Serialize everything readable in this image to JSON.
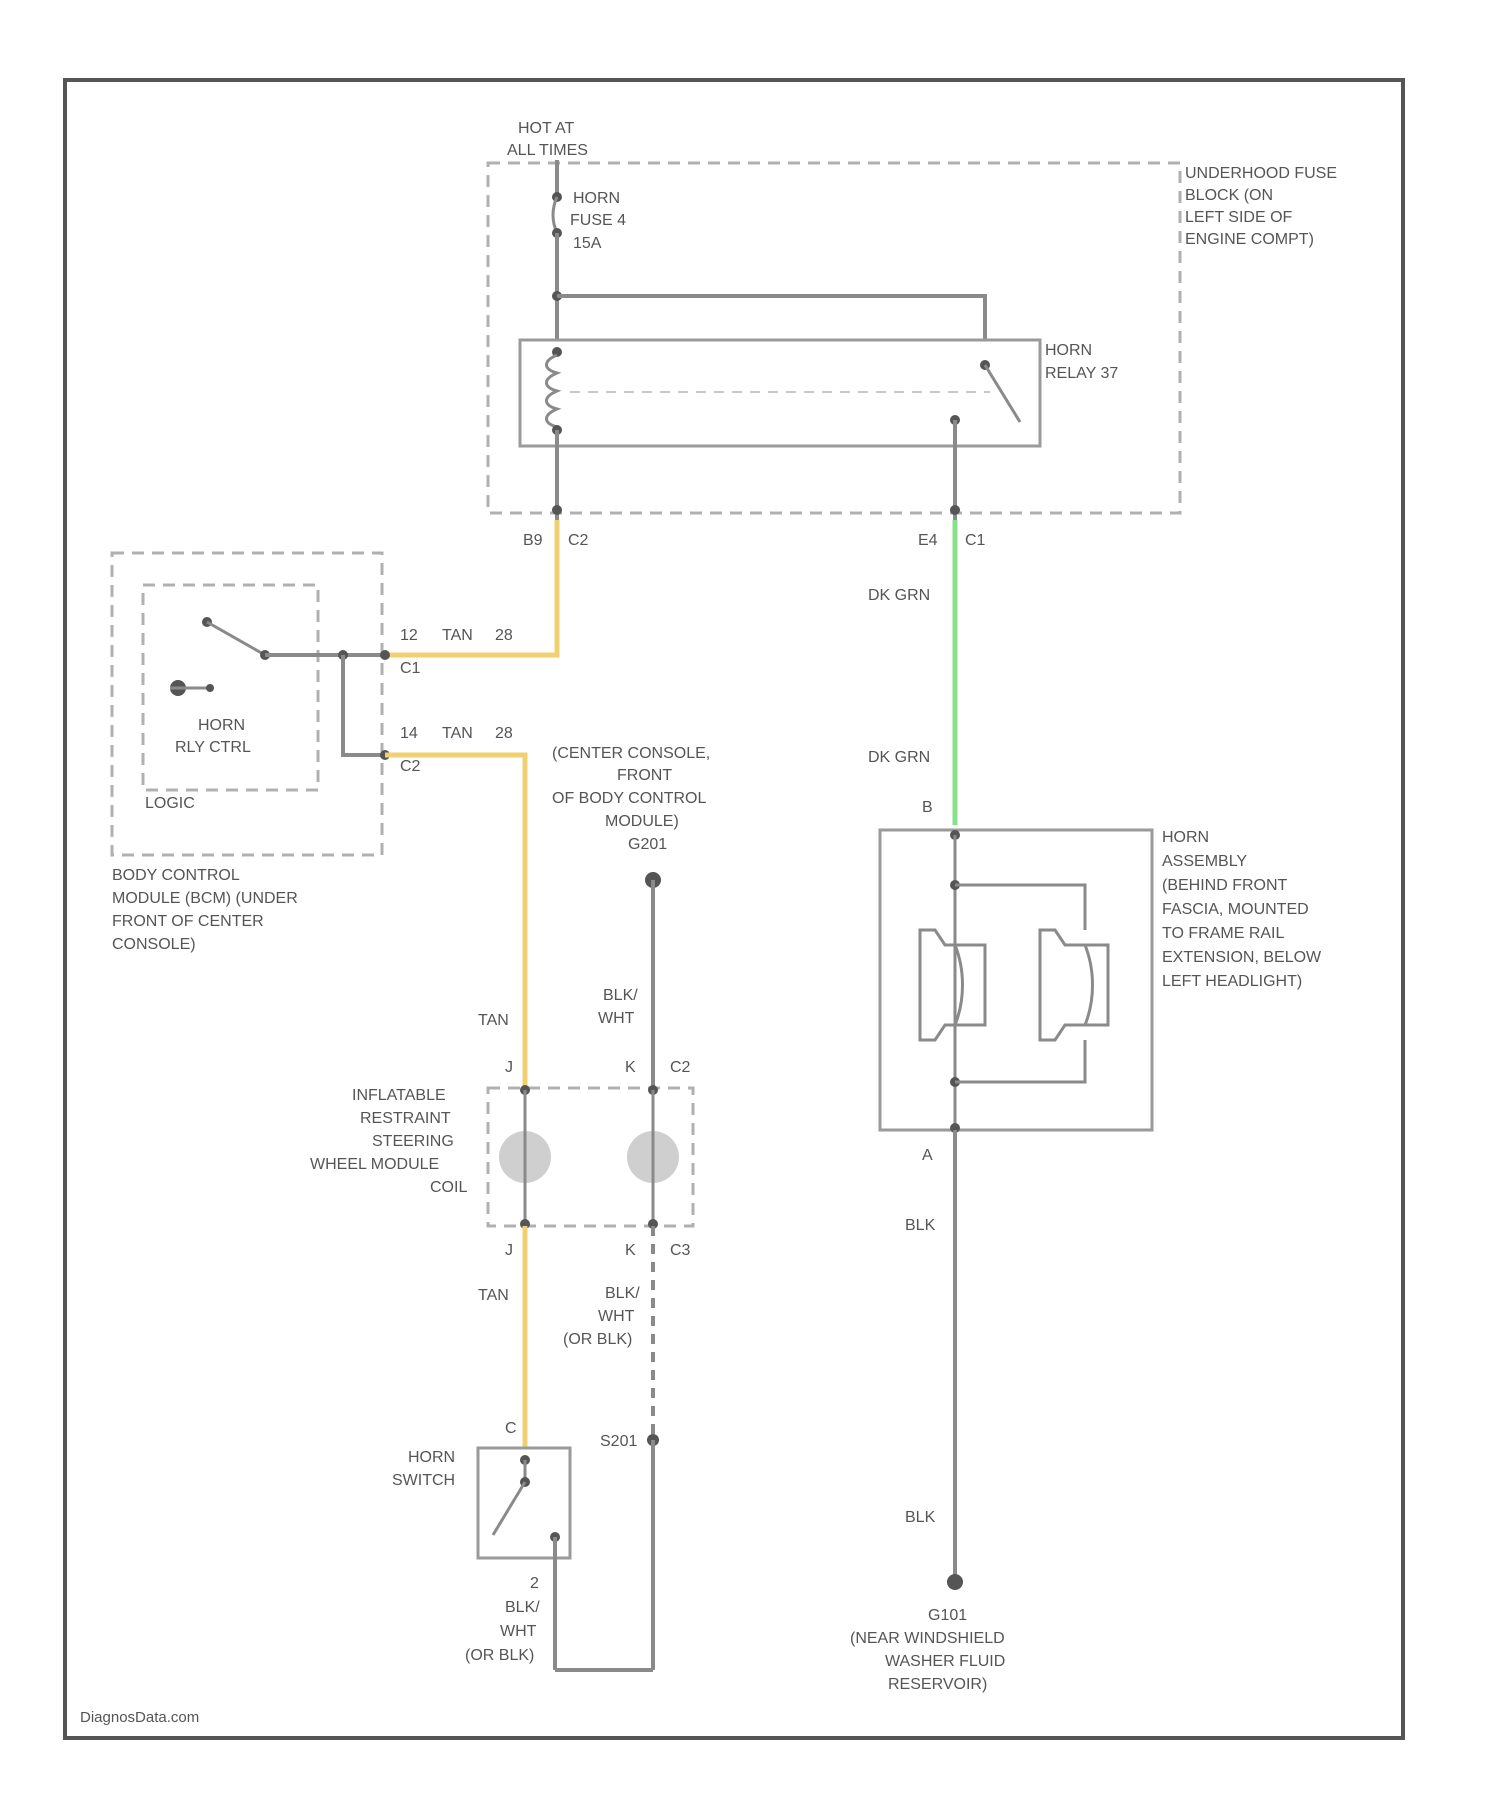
{
  "source": {
    "line1": "HOT AT",
    "line2": "ALL TIMES"
  },
  "fuse": {
    "line1": "HORN",
    "line2": "FUSE 4",
    "line3": "15A"
  },
  "fuse_block": {
    "line1": "UNDERHOOD FUSE",
    "line2": "BLOCK (ON",
    "line3": "LEFT SIDE OF",
    "line4": "ENGINE COMPT)"
  },
  "relay": {
    "line1": "HORN",
    "line2": "RELAY 37"
  },
  "conn_left": {
    "pin": "B9",
    "conn": "C2"
  },
  "conn_right": {
    "pin": "E4",
    "conn": "C1"
  },
  "bcm_inner": {
    "line1": "HORN",
    "line2": "RLY CTRL"
  },
  "bcm_logic": "LOGIC",
  "bcm": {
    "line1": "BODY CONTROL",
    "line2": "MODULE (BCM) (UNDER",
    "line3": "FRONT OF CENTER",
    "line4": "CONSOLE)"
  },
  "wire_c1": {
    "pin": "12",
    "color": "TAN",
    "gauge": "28",
    "conn": "C1"
  },
  "wire_c2": {
    "pin": "14",
    "color": "TAN",
    "gauge": "28",
    "conn": "C2"
  },
  "ground_g201": {
    "line1": "(CENTER CONSOLE,",
    "line2": "FRONT",
    "line3": "OF BODY CONTROL",
    "line4": "MODULE)",
    "line5": "G201"
  },
  "wire_dkgrn_1": "DK GRN",
  "wire_dkgrn_2": "DK GRN",
  "horn_pin_b": "B",
  "horn_pin_a": "A",
  "horn_assembly": {
    "line1": "HORN",
    "line2": "ASSEMBLY",
    "line3": "(BEHIND FRONT",
    "line4": "FASCIA, MOUNTED",
    "line5": "TO FRAME RAIL",
    "line6": "EXTENSION, BELOW",
    "line7": "LEFT HEADLIGHT)"
  },
  "wire_tan_1": "TAN",
  "wire_tan_2": "TAN",
  "wire_blk_wht_1": {
    "line1": "BLK/",
    "line2": "WHT"
  },
  "coil_top": {
    "pin_j": "J",
    "pin_k": "K",
    "conn": "C2"
  },
  "coil_bottom": {
    "pin_j": "J",
    "pin_k": "K",
    "conn": "C3"
  },
  "coil": {
    "line1": "INFLATABLE",
    "line2": "RESTRAINT",
    "line3": "STEERING",
    "line4": "WHEEL MODULE",
    "line5": "COIL"
  },
  "wire_blk_wht_2": {
    "line1": "BLK/",
    "line2": "WHT",
    "line3": "(OR BLK)"
  },
  "splice_s201": "S201",
  "horn_switch": {
    "line1": "HORN",
    "line2": "SWITCH",
    "pin_top": "C",
    "pin_bottom": "2"
  },
  "wire_blk_wht_3": {
    "line1": "BLK/",
    "line2": "WHT",
    "line3": "(OR BLK)"
  },
  "wire_blk_1": "BLK",
  "wire_blk_2": "BLK",
  "ground_g101": {
    "line1": "G101",
    "line2": "(NEAR WINDSHIELD",
    "line3": "WASHER FLUID",
    "line4": "RESERVOIR)"
  },
  "watermark": "DiagnosData.com",
  "colors": {
    "tan_wire": "#f0d070",
    "dk_grn_wire": "#88e088",
    "frame": "#555555"
  }
}
